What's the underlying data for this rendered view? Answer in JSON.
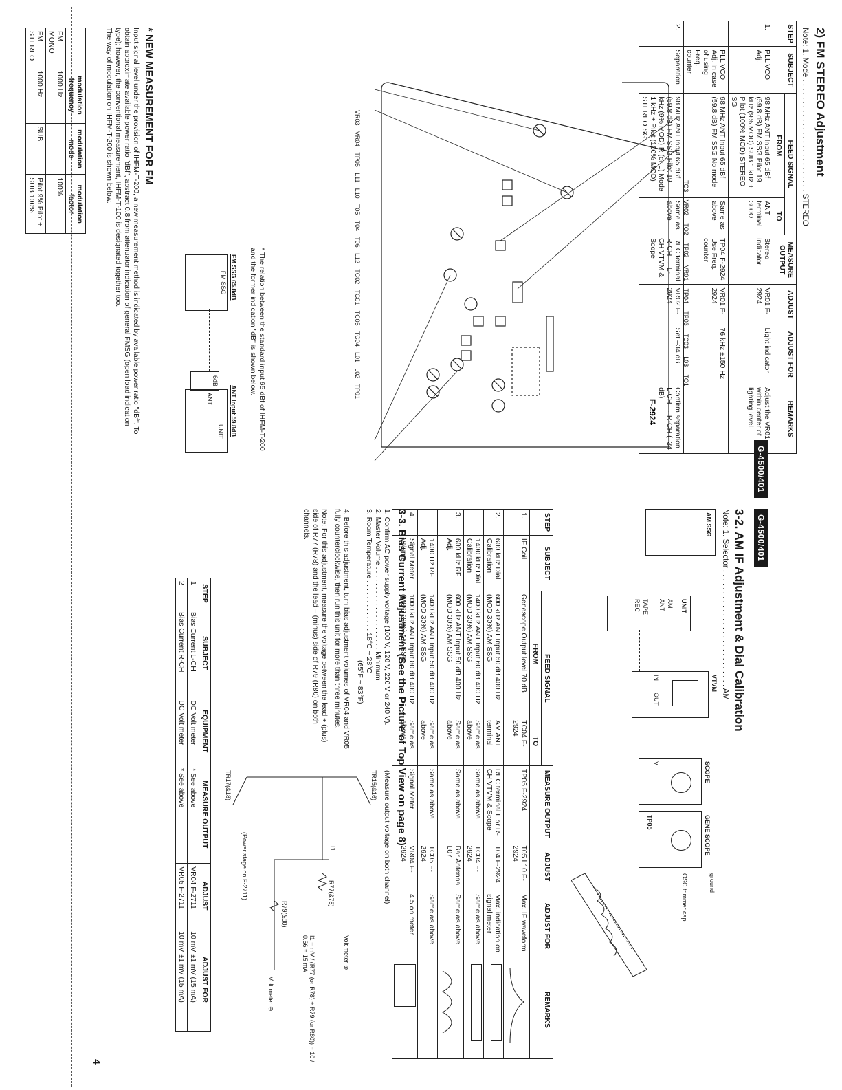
{
  "badges": [
    "G-4500/401",
    "G-4500/401"
  ],
  "page_number": "4",
  "fm": {
    "title": "2) FM STEREO Adjustment",
    "note": "Note: 1. Mode . . . . . . . . . . . . . . . . . . . . . . . . . . STEREO",
    "headers": {
      "step": "STEP",
      "subject": "SUBJECT",
      "feed": "FEED SIGNAL",
      "from": "FROM",
      "to": "TO",
      "measure": "MEASURE OUTPUT",
      "adjust": "ADJUST",
      "adjust_for": "ADJUST FOR",
      "remarks": "REMARKS"
    },
    "rows": [
      {
        "step": "1.",
        "subject": "PLL VCO Adj.",
        "from": "98 MHz ANT Input 65 dBf (59.8 dB) FM SSG Pilot 19 kHz (9% MOD) SUB 1 kHz + Pilot (100% MOD) STEREO SG",
        "to": "ANT terminal 300Ω",
        "measure": "Stereo indicator",
        "adjust": "VR01 F-2924",
        "adjust_for": "Light indicator",
        "remarks": "Adjust the VR01 within center of lighting level."
      },
      {
        "step": "",
        "subject": "PLL VCO Adj. In case of using Freq. counter",
        "from": "98 MHz ANT Input 65 dBf (59.8 dB) FM SSG No mode",
        "to": "Same as above",
        "measure": "TP04 F-2924 Use Freq. counter",
        "adjust": "VR01 F-2924",
        "adjust_for": "76 kHz ±150 Hz",
        "remarks": ""
      },
      {
        "step": "2.",
        "subject": "Separation",
        "from": "98 MHz ANT Input 65 dBf (59.8 dB) FM SSG Pilot 19 kHz (9% MOD) R (or L) Mode 1 kHz + Pilot (100% MOD) STEREO SG",
        "to": "Same as above",
        "measure": "REC terminal R-CH → L-CH VTVM & Scope",
        "adjust": "VR02 F-2924",
        "adjust_for": "Set –34 dB",
        "remarks": "Confirm separation L-CH → R-CH (–34 dB)"
      }
    ],
    "diagram": {
      "board_label": "F-2924",
      "top_labels": [
        "TO3",
        "VR02",
        "TO2",
        "TP02",
        "VR01",
        "TP04",
        "TP03",
        "TC03",
        "L03",
        "TO1"
      ],
      "left_labels": [
        "VR03",
        "VR04",
        "TP05",
        "L11",
        "L10",
        "T05",
        "T04",
        "T06",
        "L12",
        "TC02",
        "TC01",
        "TC05",
        "TC04",
        "L01",
        "L02",
        "TP01"
      ]
    },
    "relation_note": "* The relation between the standard input 65 dBf of IHFM-T-200 and the former indication \"dB\" is shown below.",
    "mini": {
      "ssg": "FM SSG 65.8dB",
      "ssg_box": "FM SSG",
      "pad": "6dB",
      "ant_input": "ANT Input 59.8dB",
      "unit": "UNIT",
      "ant": "ANT"
    },
    "new_measure": {
      "title": "* NEW MEASUREMENT FOR FM",
      "body": "Input signal level under the provision of IHFM-T-200, a new measurement method is indicated by available power ratio \"dBf\". To obtain approximate available power ratio \"dBf\", abstract 0.8 from attenuator indication of general FMSG (open load indication type); however, the conventional measurement, IHFM-T-100 is designated together too.",
      "tail": "The way of modulation on IHFM-T-200 is shown below."
    },
    "mod_table": {
      "headers": [
        "",
        "modulation frequency",
        "modulation mode",
        "modulation factor"
      ],
      "rows": [
        [
          "FM MONO",
          "1000 Hz",
          "",
          "100%"
        ],
        [
          "FM STEREO",
          "1000 Hz",
          "SUB",
          "Pilot 9%  Pilot + SUB 100%"
        ]
      ]
    }
  },
  "am": {
    "title": "3-2. AM IF Adjustment & Dial Calibration",
    "note": "Note: 1. Selector . . . . . . . . . . . . . . . . . . . . . . . . . . . AM",
    "setup": {
      "am_ssg": "AM SSG",
      "unit": "UNIT",
      "am": "AM",
      "ant": "ANT",
      "tape": "TAPE",
      "rec": "REC",
      "vtvm": "VTVM",
      "in": "IN",
      "out": "OUT",
      "scope": "SCOPE",
      "v": "V",
      "gene_scope": "GENE SCOPE",
      "tp05": "TP05",
      "ground": "ground",
      "osc": "OSC trimmer cap."
    },
    "headers": {
      "step": "STEP",
      "subject": "SUBJECT",
      "feed": "FEED SIGNAL",
      "from": "FROM",
      "to": "TO",
      "measure": "MEASURE OUTPUT",
      "adjust": "ADJUST",
      "adjust_for": "ADJUST FOR",
      "remarks": "REMARKS"
    },
    "rows": [
      {
        "step": "1.",
        "subject": "IF Coil",
        "from": "Genescope Output level 70 dB",
        "to": "TC04 F-2924",
        "measure": "TP05 F-2924",
        "adjust": "T05 L10 F-2924",
        "adjust_for": "Max. IF waveform",
        "remarks": ""
      },
      {
        "step": "2.",
        "subject": "600 kHz Dial Calibration",
        "from": "600 kHz ANT Input 60 dB 400 Hz (MOD 30%) AM SSG",
        "to": "AM ANT terminal",
        "measure": "REC terminal L or R-CH VTVM & Scope",
        "adjust": "T04 F-2924",
        "adjust_for": "Max. indication on signal meter",
        "remarks": ""
      },
      {
        "step": "",
        "subject": "1400 kHz Dial Calibration",
        "from": "1400 kHz ANT Input 60 dB 400 Hz (MOD 30%) AM SSG",
        "to": "Same as above",
        "measure": "Same as above",
        "adjust": "TC04 F-2924",
        "adjust_for": "Same as above",
        "remarks": ""
      },
      {
        "step": "3.",
        "subject": "600 kHz RF Adj.",
        "from": "600 kHz ANT Input 50 dB 400 Hz (MOD 30%) AM SSG",
        "to": "Same as above",
        "measure": "Same as above",
        "adjust": "Bar Antenna L07",
        "adjust_for": "Same as above",
        "remarks": ""
      },
      {
        "step": "",
        "subject": "1400 Hz RF Adj.",
        "from": "1400 kHz ANT Input 50 dB 400 Hz (MOD 30%) AM SSG",
        "to": "Same as above",
        "measure": "Same as above",
        "adjust": "TC05 F-2924",
        "adjust_for": "Same as above",
        "remarks": ""
      },
      {
        "step": "4.",
        "subject": "Signal Meter volume",
        "from": "1000 kHz ANT Input 80 dB 400 Hz (MOD 30%) AM SSG",
        "to": "Same as above",
        "measure": "Signal Meter",
        "adjust": "VR04 F-2924",
        "adjust_for": "4.5 on meter",
        "remarks": ""
      }
    ]
  },
  "bias": {
    "title": "3-3. Bias Current Adjustment (See the Picture of Top View on page 8)",
    "items": [
      "1. Confirm AC power supply voltage (100 V, 120 V, 220 V or 240 V).",
      "2. Master Volume . . . . . . . . . . . . . . . . . . . . . Minimum",
      "3. Room Temperature . . . . . . . . . . . . . 18°C ~ 28°C",
      "(65°F ~ 83°F)",
      "4. Before this adjustment, turn bias adjustment volumes of VR04 and VR05 fully counterclockwise, then run this unit for more than three minutes.",
      "Note: For this adjustment, measure the voltage between the lead + (plus) side of R77 (R78) and the lead – (minus) side of R79 (R80) on both channels."
    ],
    "circuit": {
      "measure_note": "(Measure output voltage on both channel)",
      "tr_top": "TR15(&16)",
      "tr_bottom": "TR17(&18)",
      "r_top": "R77(&78)",
      "r_bottom": "R79(&80)",
      "vm_plus": "Volt meter ⊕",
      "vm_minus": "Volt meter ⊖",
      "i1": "I1",
      "formula": "I1 = mV / (R77 (or R78) + R79 (or R80)) = 10 / 0.66 = 15 mA",
      "power_stage": "(Power stage on F-2711)"
    },
    "table": {
      "headers": [
        "STEP",
        "SUBJECT",
        "EQUIPMENT",
        "MEASURE OUTPUT",
        "ADJUST",
        "ADJUST FOR"
      ],
      "rows": [
        [
          "1",
          "Bias Current L-CH",
          "DC Volt meter",
          "* See above",
          "VR04 F-2711",
          "10 mV ±1 mV (15 mA)"
        ],
        [
          "2",
          "Bias Current R-CH",
          "DC Volt meter",
          "* See above",
          "VR05 F-2711",
          "10 mV ±1 mV (15 mA)"
        ]
      ]
    }
  }
}
